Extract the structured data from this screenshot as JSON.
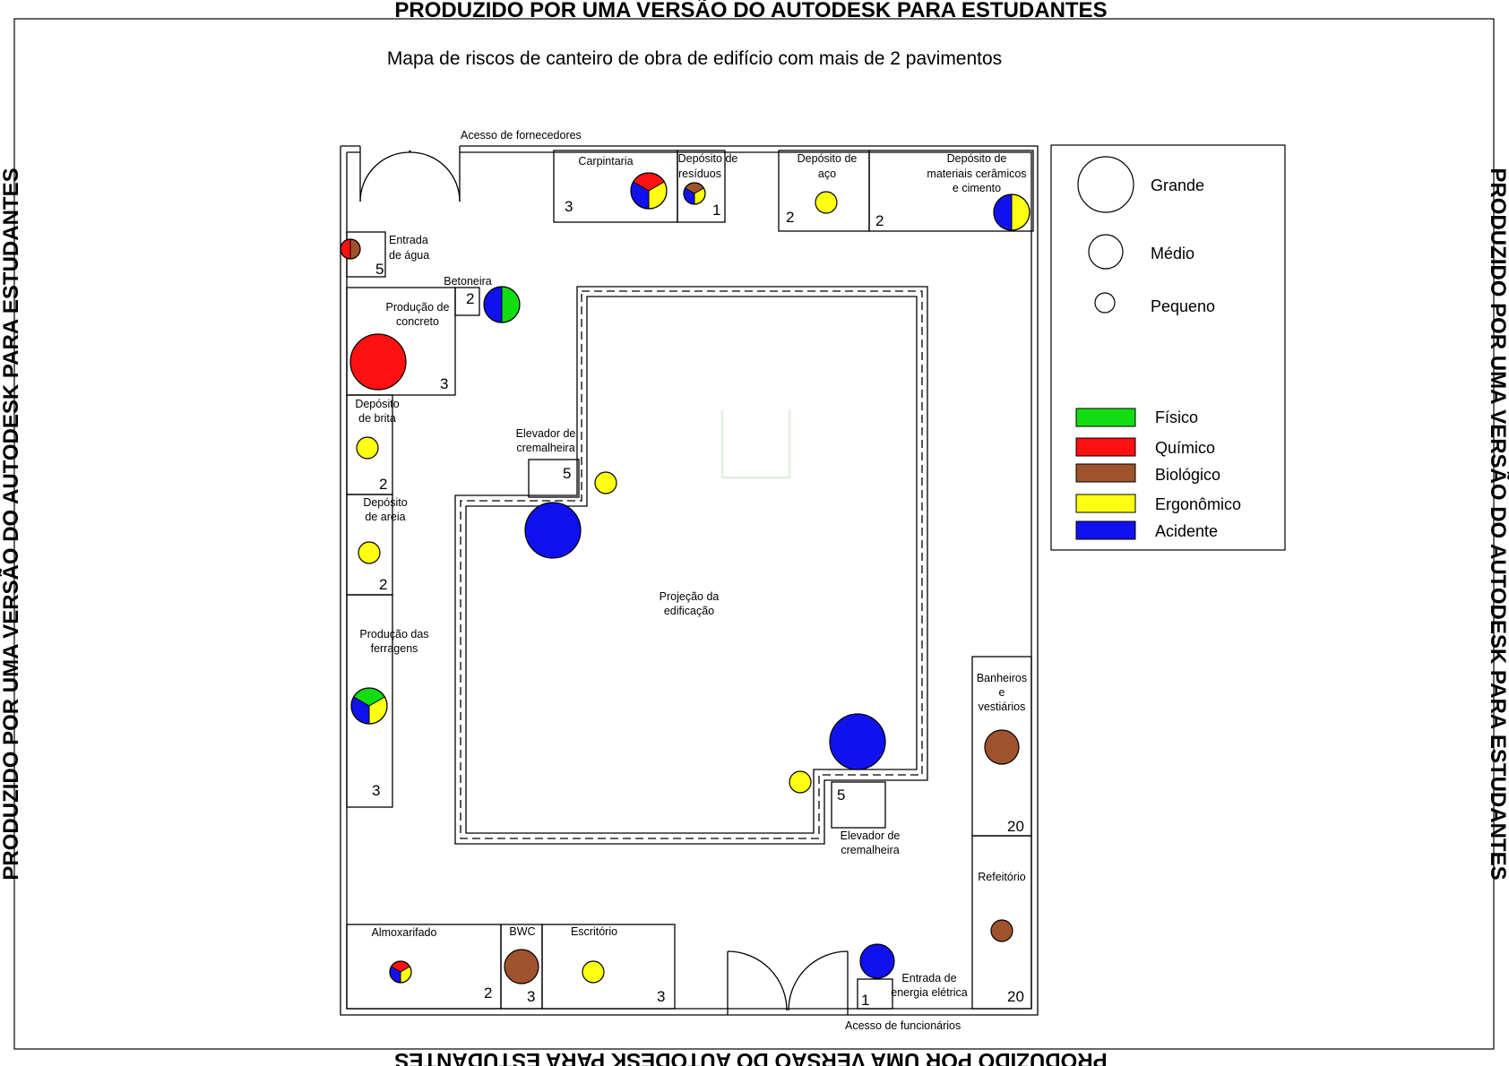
{
  "watermark": {
    "top": "PRODUZIDO POR UMA VERSÃO DO AUTODESK PARA ESTUDANTES",
    "bottom": "PRODUZIDO POR UMA VERSÃO DO AUTODESK PARA ESTUDANTES",
    "left": "PRODUZIDO POR UMA VERSÃO DO AUTODESK PARA ESTUDANTES",
    "right": "PRODUZIDO POR UMA VERSÃO DO AUTODESK PARA ESTUDANTES"
  },
  "title": "Mapa de riscos de canteiro de obra de edifício com mais de 2 pavimentos",
  "colors": {
    "fisico": "#11dd11",
    "quimico": "#ff1111",
    "biologico": "#a0522d",
    "ergonomico": "#ffff11",
    "acidente": "#1111ee"
  },
  "legend": {
    "sizes": {
      "grande": "Grande",
      "medio": "Médio",
      "pequeno": "Pequeno"
    },
    "types": {
      "fisico": "Físico",
      "quimico": "Químico",
      "biologico": "Biológico",
      "ergonomico": "Ergonômico",
      "acidente": "Acidente"
    }
  },
  "labels": {
    "acesso_fornecedores": "Acesso de fornecedores",
    "acesso_funcionarios": "Acesso de funcionários",
    "carpintaria": "Carpintaria",
    "deposito_residuos": [
      "Depósito de",
      "resíduos"
    ],
    "deposito_aco": [
      "Depósito de",
      "aço"
    ],
    "deposito_ceramicos": [
      "Depósito de",
      "materiais cerâmicos",
      "e cimento"
    ],
    "entrada_agua": [
      "Entrada",
      "de água"
    ],
    "betoneira": "Betoneira",
    "producao_concreto": [
      "Produção de",
      "concreto"
    ],
    "deposito_brita": [
      "Depósito",
      "de brita"
    ],
    "deposito_areia": [
      "Depósito",
      "de areia"
    ],
    "producao_ferragens": [
      "Produção das",
      "ferragens"
    ],
    "elevador_1": [
      "Elevador de",
      "cremalheira"
    ],
    "elevador_2": [
      "Elevador de",
      "cremalheira"
    ],
    "projecao": [
      "Projeção da",
      "edificação"
    ],
    "banheiros": [
      "Banheiros",
      "e",
      "vestiários"
    ],
    "refeitorio": "Refeitório",
    "almoxarifado": "Almoxarifado",
    "bwc": "BWC",
    "escritorio": "Escritório",
    "entrada_energia": [
      "Entrada de",
      "energia elétrica"
    ]
  },
  "numbers": {
    "carpintaria": "3",
    "residuos": "1",
    "aco": "2",
    "ceramicos": "2",
    "agua": "5",
    "betoneira": "2",
    "concreto": "3",
    "brita": "2",
    "areia": "2",
    "ferragens": "3",
    "elevador_1": "5",
    "elevador_2": "5",
    "banheiros": "20",
    "refeitorio": "20",
    "almoxarifado": "2",
    "bwc": "3",
    "escritorio": "3",
    "energia": "1"
  }
}
